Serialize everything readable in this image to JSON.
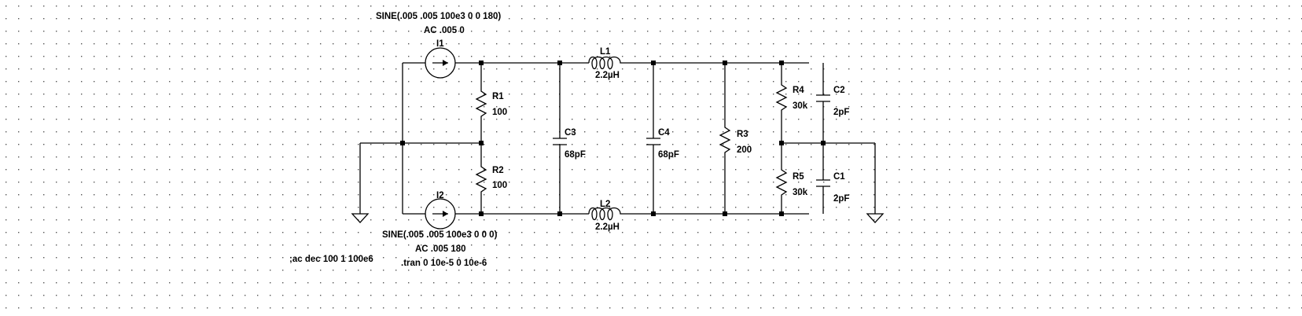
{
  "components": {
    "i1": {
      "name": "I1",
      "value": "SINE(.005 .005 100e3 0 0 180)",
      "ac": "AC .005 0"
    },
    "i2": {
      "name": "I2",
      "value": "SINE(.005 .005 100e3 0 0 0)",
      "ac": "AC .005 180"
    },
    "r1": {
      "name": "R1",
      "value": "100"
    },
    "r2": {
      "name": "R2",
      "value": "100"
    },
    "r3": {
      "name": "R3",
      "value": "200"
    },
    "r4": {
      "name": "R4",
      "value": "30k"
    },
    "r5": {
      "name": "R5",
      "value": "30k"
    },
    "c1": {
      "name": "C1",
      "value": "2pF"
    },
    "c2": {
      "name": "C2",
      "value": "2pF"
    },
    "c3": {
      "name": "C3",
      "value": "68pF"
    },
    "c4": {
      "name": "C4",
      "value": "68pF"
    },
    "l1": {
      "name": "L1",
      "value": "2.2µH"
    },
    "l2": {
      "name": "L2",
      "value": "2.2µH"
    }
  },
  "directives": {
    "ac": ";ac dec 100 1 100e6",
    "tran": ".tran 0 10e-5 0 10e-6"
  }
}
